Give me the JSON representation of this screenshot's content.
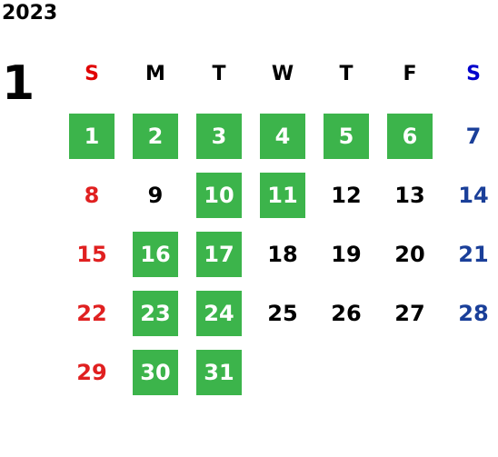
{
  "year": "2023",
  "month": "1",
  "colors": {
    "highlight_bg": "#3cb44b",
    "highlight_text": "#ffffff",
    "sunday": "#e02020",
    "saturday": "#1a3f99",
    "weekday": "#000000",
    "sunday_header": "#e00000",
    "saturday_header": "#0000cc"
  },
  "weekdays": [
    "S",
    "M",
    "T",
    "W",
    "T",
    "F",
    "S"
  ],
  "weeks": [
    [
      {
        "day": "1",
        "highlight": true
      },
      {
        "day": "2",
        "highlight": true
      },
      {
        "day": "3",
        "highlight": true
      },
      {
        "day": "4",
        "highlight": true
      },
      {
        "day": "5",
        "highlight": true
      },
      {
        "day": "6",
        "highlight": true
      },
      {
        "day": "7",
        "highlight": false
      }
    ],
    [
      {
        "day": "8",
        "highlight": false
      },
      {
        "day": "9",
        "highlight": false
      },
      {
        "day": "10",
        "highlight": true
      },
      {
        "day": "11",
        "highlight": true
      },
      {
        "day": "12",
        "highlight": false
      },
      {
        "day": "13",
        "highlight": false
      },
      {
        "day": "14",
        "highlight": false
      }
    ],
    [
      {
        "day": "15",
        "highlight": false
      },
      {
        "day": "16",
        "highlight": true
      },
      {
        "day": "17",
        "highlight": true
      },
      {
        "day": "18",
        "highlight": false
      },
      {
        "day": "19",
        "highlight": false
      },
      {
        "day": "20",
        "highlight": false
      },
      {
        "day": "21",
        "highlight": false
      }
    ],
    [
      {
        "day": "22",
        "highlight": false
      },
      {
        "day": "23",
        "highlight": true
      },
      {
        "day": "24",
        "highlight": true
      },
      {
        "day": "25",
        "highlight": false
      },
      {
        "day": "26",
        "highlight": false
      },
      {
        "day": "27",
        "highlight": false
      },
      {
        "day": "28",
        "highlight": false
      }
    ],
    [
      {
        "day": "29",
        "highlight": false
      },
      {
        "day": "30",
        "highlight": true
      },
      {
        "day": "31",
        "highlight": true
      }
    ]
  ]
}
